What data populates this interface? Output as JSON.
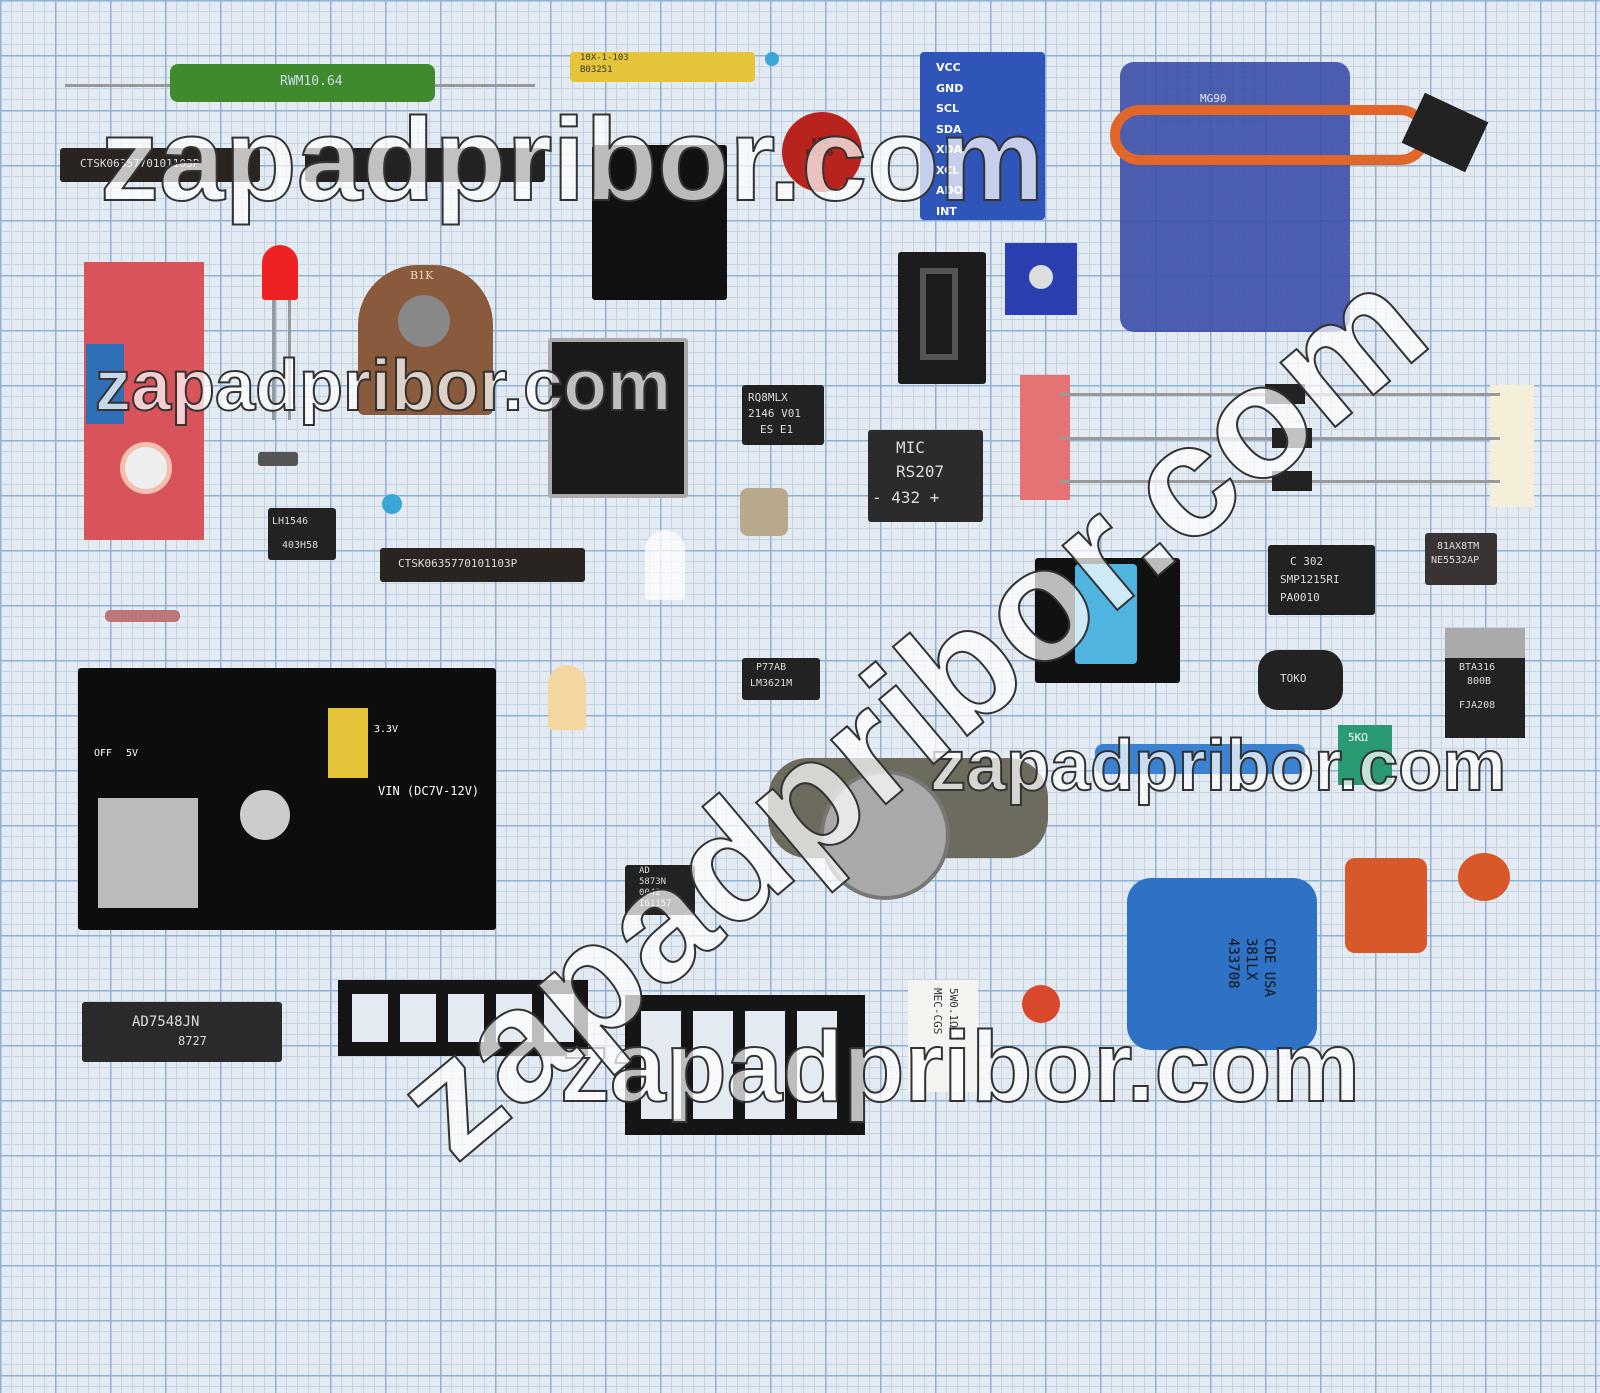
{
  "watermark": "zapadpribor.com",
  "components": {
    "green_resistor": {
      "text": "RWM10.64"
    },
    "resistor_network_yellow": {
      "line1": "10X-1-103",
      "line2": "B03251"
    },
    "sip_network_1": {
      "text": "CTSK0635770101103P"
    },
    "sip_network_2": {
      "text": "CTSK0635770101103P"
    },
    "potentiometer": {
      "text": "B1K"
    },
    "varistor": {
      "line1": "KCB",
      "line2": "RF110"
    },
    "sensor_board": {
      "pins": [
        "VCC",
        "GND",
        "SCL",
        "SDA",
        "XDA",
        "XCL",
        "ADO",
        "INT"
      ]
    },
    "servo": {
      "text": "MG90"
    },
    "ic_rq8mlx": {
      "line1": "RQ8MLX",
      "line2": "2146 V01",
      "line3": "ES  E1"
    },
    "bridge_rectifier": {
      "line1": "MIC",
      "line2": "RS207",
      "line3": "-  432  +"
    },
    "ic_lh1546": {
      "line1": "LH1546",
      "line2": "403H58"
    },
    "ic_smp1215": {
      "line1": "C 302",
      "line2": "SMP1215RI",
      "line3": "PA0010"
    },
    "ic_ne5532": {
      "line1": "81AX8TM",
      "line2": "NE5532AP"
    },
    "power_module": {
      "vin": "VIN (DC7V-12V)",
      "v33": "3.3V",
      "v5": "5V",
      "off": "OFF"
    },
    "ic_lm3621": {
      "line1": "P77AB",
      "line2": "LM3621M"
    },
    "inductor": {
      "text": "TOKO"
    },
    "triac": {
      "line1": "BTA316",
      "line2": "800B",
      "line3": "FJA208"
    },
    "trimmer": {
      "text": "5KΩ"
    },
    "ic_ad5873": {
      "line1": "AD",
      "line2": "5873N",
      "line3": "0042",
      "line4": "I61157"
    },
    "capacitor": {
      "line1": "CDE USA",
      "line2": "381LX",
      "line3": "433708"
    },
    "ic_ad7548": {
      "line1": "AD7548JN",
      "line2": "8727"
    },
    "power_resistor": {
      "line1": "5W0.1Ω J",
      "line2": "MEC-CGS"
    }
  },
  "colors": {
    "paper": "#e3eaf1",
    "grid": "#8fb1d3",
    "pcb_red": "#d9545a",
    "pcb_blue": "#2f55b8"
  }
}
